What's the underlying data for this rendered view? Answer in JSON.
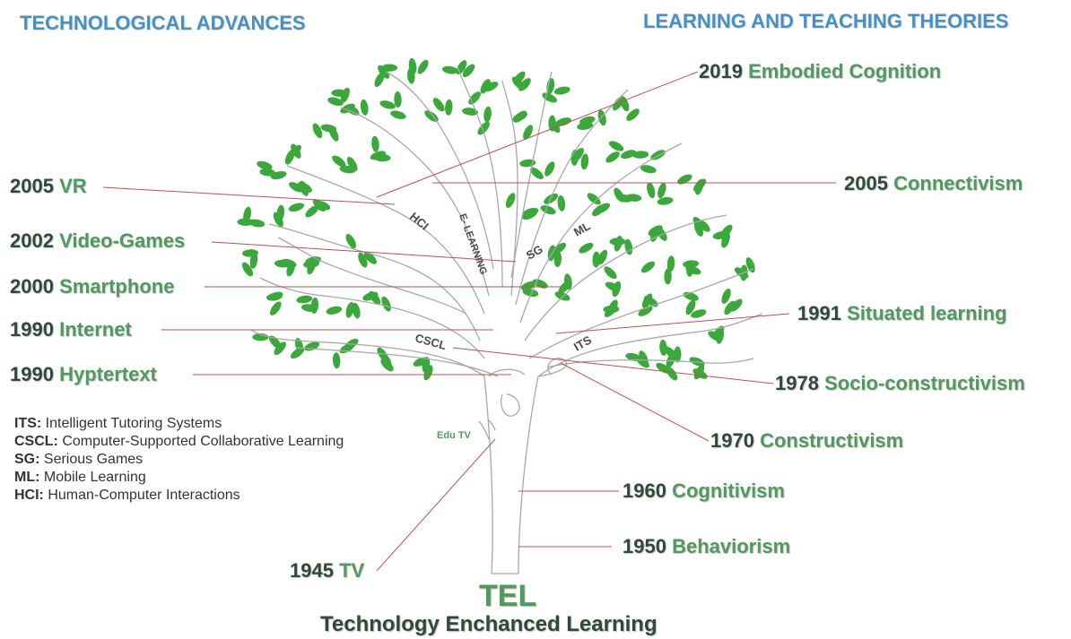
{
  "headers": {
    "left": "TECHNOLOGICAL ADVANCES",
    "right": "LEARNING AND TEACHING THEORIES"
  },
  "tech_labels": [
    {
      "year": "2005",
      "name": "VR"
    },
    {
      "year": "2002",
      "name": "Video-Games"
    },
    {
      "year": "2000",
      "name": "Smartphone"
    },
    {
      "year": "1990",
      "name": "Internet"
    },
    {
      "year": "1990",
      "name": "Hyptertext"
    },
    {
      "year": "1945",
      "name": "TV"
    }
  ],
  "theory_labels": [
    {
      "year": "2019",
      "name": "Embodied Cognition"
    },
    {
      "year": "2005",
      "name": "Connectivism"
    },
    {
      "year": "1991",
      "name": "Situated learning"
    },
    {
      "year": "1978",
      "name": "Socio-constructivism"
    },
    {
      "year": "1970",
      "name": "Constructivism"
    },
    {
      "year": "1960",
      "name": "Cognitivism"
    },
    {
      "year": "1950",
      "name": "Behaviorism"
    }
  ],
  "branch_labels": {
    "hci": "HCI",
    "elearning": "E- LEARNING",
    "sg": "SG",
    "ml": "ML",
    "cscl": "CSCL",
    "its": "ITS",
    "edutv": "Edu TV"
  },
  "legend": [
    {
      "abbr": "ITS:",
      "text": "Intelligent Tutoring Systems"
    },
    {
      "abbr": "CSCL:",
      "text": "Computer-Supported Collaborative Learning"
    },
    {
      "abbr": "SG:",
      "text": "Serious Games"
    },
    {
      "abbr": "ML:",
      "text": "Mobile Learning"
    },
    {
      "abbr": "HCI:",
      "text": "Human-Computer Interactions"
    }
  ],
  "title": "TEL",
  "subtitle": "Technology Enchanced Learning",
  "colors": {
    "header": "#4a8fc0",
    "year": "#2f4a38",
    "name": "#4f9a5c",
    "leaf": "#3aa83a",
    "connector": "#c0504d",
    "tree_outline": "#a8a8a8"
  }
}
